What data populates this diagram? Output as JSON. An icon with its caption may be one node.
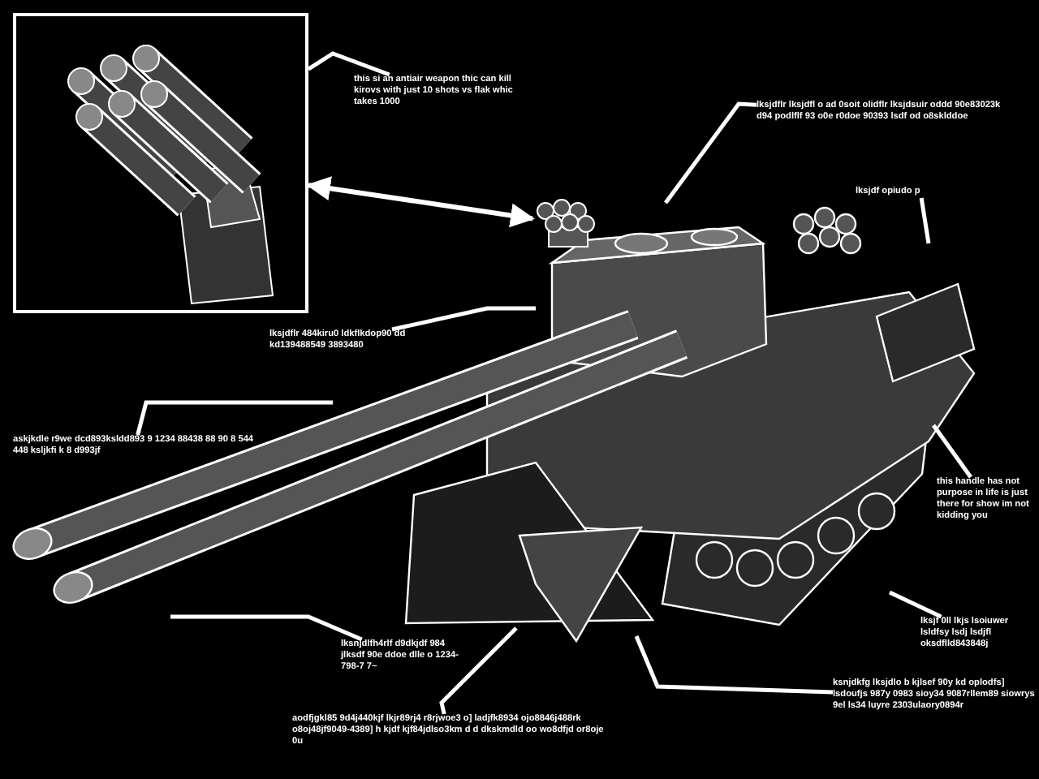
{
  "diagram": {
    "nodes": [
      {
        "text": [],
        "shape": "picture"
      },
      {
        "text": [
          "this si an antiair weapon thic can kill kirovs with just 10 shots vs flak whic takes 1000"
        ]
      },
      {
        "text": [
          "lksjdflr lksjdfl o ad 0soit olidflr lksjdsuir oddd 90e83023k d94 podlflf 93 o0e r0doe 90393 lsdf od o8sklddoe"
        ]
      },
      {
        "text": [
          "lksjdf opiudo p"
        ]
      },
      {
        "text": [],
        "shape": "picture"
      },
      {
        "text": [
          "lksjdflr 484kiru0 ldkflkdop90 dd kd139488549 3893480"
        ]
      },
      {
        "text": [
          "askjkdle r9we dcd893ksldd893 9 1234 88438 88 90 8 544 448 ksljkfi k 8 d993jf"
        ]
      },
      {
        "text": [
          "this handle has not purpose in life is just there for show im not kidding you"
        ]
      },
      {
        "text": [
          "lksjf 0ll lkjs lsoiuwer lsldfsy lsdj lsdjfl oksdflld843848j"
        ]
      },
      {
        "text": [
          "lksnjdlfh4rlf d9dkjdf 984 jlksdf 90e ddoe dlle o 1234- 798-7 7~"
        ]
      },
      {
        "text": [
          "ksnjdkfg lksjdlo b kjlsef 90y kd oplodfs] lsdoufjs 987y 0983 sioy34 9087rllem89 siowrys 9el ls34 luyre 2303ulaory0894r"
        ]
      },
      {
        "text": [
          "aodfjgkl85 9d4j440kjf lkjr89rj4 r8rjwoe3 o] ladjfk8934 ojo8846j488rk o8oj48jf9049-4389] h kjdf kjf84jdlso3km d d dkskmdld oo wo8dfjd or8oje 0u"
        ]
      }
    ],
    "edges": [
      {
        "from": 1,
        "to": 0,
        "arrow": "none"
      },
      {
        "from": 0,
        "to": 4,
        "arrow": "both"
      },
      {
        "from": 2,
        "to": null,
        "arrow": "none"
      },
      {
        "from": 3,
        "to": null,
        "arrow": "none"
      },
      {
        "from": 5,
        "to": null,
        "arrow": "none"
      },
      {
        "from": 6,
        "to": null,
        "arrow": "none"
      },
      {
        "from": 7,
        "to": null,
        "arrow": "none"
      },
      {
        "from": 8,
        "to": null,
        "arrow": "none"
      },
      {
        "from": 9,
        "to": null,
        "arrow": "none"
      },
      {
        "from": 10,
        "to": null,
        "arrow": "none"
      },
      {
        "from": 11,
        "to": null,
        "arrow": "none"
      }
    ]
  }
}
